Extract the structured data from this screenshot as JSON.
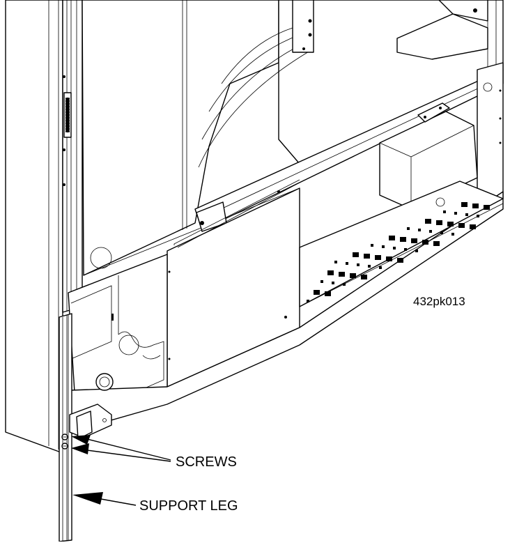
{
  "figure_id": "432pk013",
  "callouts": {
    "screws": "SCREWS",
    "support_leg": "SUPPORT LEG"
  }
}
